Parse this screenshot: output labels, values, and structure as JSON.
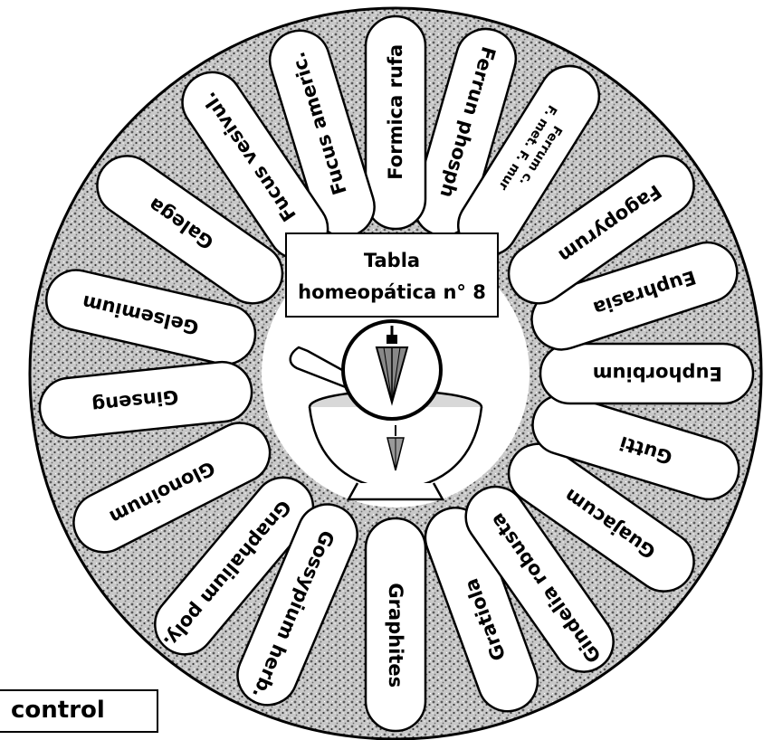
{
  "title": {
    "line1": "Tabla",
    "line2": "homeopática n° 8"
  },
  "remedies": [
    {
      "id": "ferrum-phosph",
      "label": "Ferrun phosph",
      "angle": 196,
      "lines": null
    },
    {
      "id": "formica-rufa",
      "label": "Formica rufa",
      "angle": 180,
      "lines": null
    },
    {
      "id": "fucus-americ",
      "label": "Fucus americ.",
      "angle": 163,
      "lines": null
    },
    {
      "id": "fucus-vesivul",
      "label": "Fucus vesivul.",
      "angle": 146,
      "lines": null
    },
    {
      "id": "galega",
      "label": "Galega",
      "angle": 125,
      "lines": null
    },
    {
      "id": "gelsemium",
      "label": "Gelsemium",
      "angle": 103,
      "lines": null
    },
    {
      "id": "ginseng",
      "label": "Ginseng",
      "angle": 84,
      "lines": null
    },
    {
      "id": "glonoinum",
      "label": "Glonoinum",
      "angle": 63,
      "lines": null
    },
    {
      "id": "gnaphalium-poly",
      "label": "Gnaphalium poly.",
      "angle": 40,
      "lines": null
    },
    {
      "id": "gossypium-herb",
      "label": "Gossypium herb.",
      "angle": 23,
      "lines": null
    },
    {
      "id": "graphites",
      "label": "Graphites",
      "angle": 0,
      "lines": null
    },
    {
      "id": "gratiola",
      "label": "Gratiola",
      "angle": -20,
      "lines": null
    },
    {
      "id": "gindelia-robusta",
      "label": "Gindelia robusta",
      "angle": -35,
      "lines": null
    },
    {
      "id": "guajacum",
      "label": "Guajacum",
      "angle": -55,
      "lines": null
    },
    {
      "id": "gutti",
      "label": "Gutti",
      "angle": -73,
      "lines": null
    },
    {
      "id": "euphorbium",
      "label": "Euphorbium",
      "angle": -90,
      "lines": null
    },
    {
      "id": "euphrasia",
      "label": "Euphrasia",
      "angle": -108,
      "lines": null
    },
    {
      "id": "fagopyrum",
      "label": "Fagopyrum",
      "angle": -125,
      "lines": null
    },
    {
      "id": "ferrum-c",
      "label": "Ferrum c. F. met. F. mur",
      "angle": -148,
      "lines": [
        "Ferrum c.",
        "F. met. F. mur"
      ]
    }
  ],
  "control_label": "control",
  "icons": {
    "pendulum": "pendulum-icon",
    "mortar": "mortar-and-pestle-icon"
  },
  "colors": {
    "ink": "#000000",
    "paper": "#ffffff",
    "texture": "#9a9a9a"
  }
}
